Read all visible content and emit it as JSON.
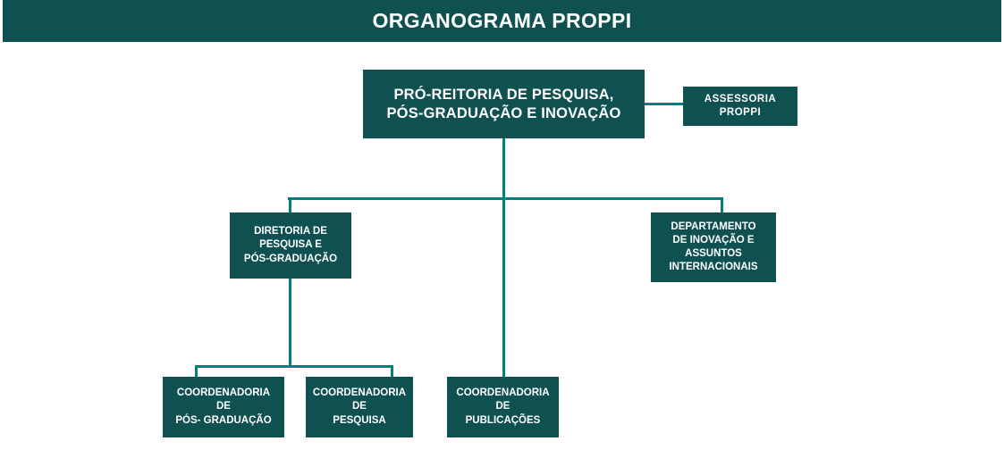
{
  "header": {
    "title": "ORGANOGRAMA PROPPI"
  },
  "colors": {
    "box_fill": "#0F5050",
    "connector": "#00807F",
    "text": "#FFFFFF",
    "background": "#FFFFFF"
  },
  "chart_data": {
    "type": "diagram",
    "title": "ORGANOGRAMA PROPPI",
    "nodes": [
      {
        "id": "root",
        "label": "PRÓ-REITORIA DE PESQUISA,\nPÓS-GRADUAÇÃO E INOVAÇÃO",
        "level": 0
      },
      {
        "id": "assessoria",
        "label": "ASSESSORIA\nPROPPI",
        "level": 1
      },
      {
        "id": "diretoria",
        "label": "DIRETORIA DE\nPESQUISA E\nPÓS-GRADUAÇÃO",
        "level": 1
      },
      {
        "id": "departamento",
        "label": "DEPARTAMENTO\nDE INOVAÇÃO E\nASSUNTOS\nINTERNACIONAIS",
        "level": 1
      },
      {
        "id": "coord_pos",
        "label": "COORDENADORIA\nDE\nPÓS- GRADUAÇÃO",
        "level": 2
      },
      {
        "id": "coord_pesquisa",
        "label": "COORDENADORIA\nDE\nPESQUISA",
        "level": 2
      },
      {
        "id": "coord_publicacoes",
        "label": "COORDENADORIA\nDE\nPUBLICAÇÕES",
        "level": 2
      }
    ],
    "edges": [
      {
        "from": "root",
        "to": "assessoria"
      },
      {
        "from": "root",
        "to": "diretoria"
      },
      {
        "from": "root",
        "to": "departamento"
      },
      {
        "from": "root",
        "to": "coord_publicacoes"
      },
      {
        "from": "diretoria",
        "to": "coord_pos"
      },
      {
        "from": "diretoria",
        "to": "coord_pesquisa"
      }
    ]
  }
}
